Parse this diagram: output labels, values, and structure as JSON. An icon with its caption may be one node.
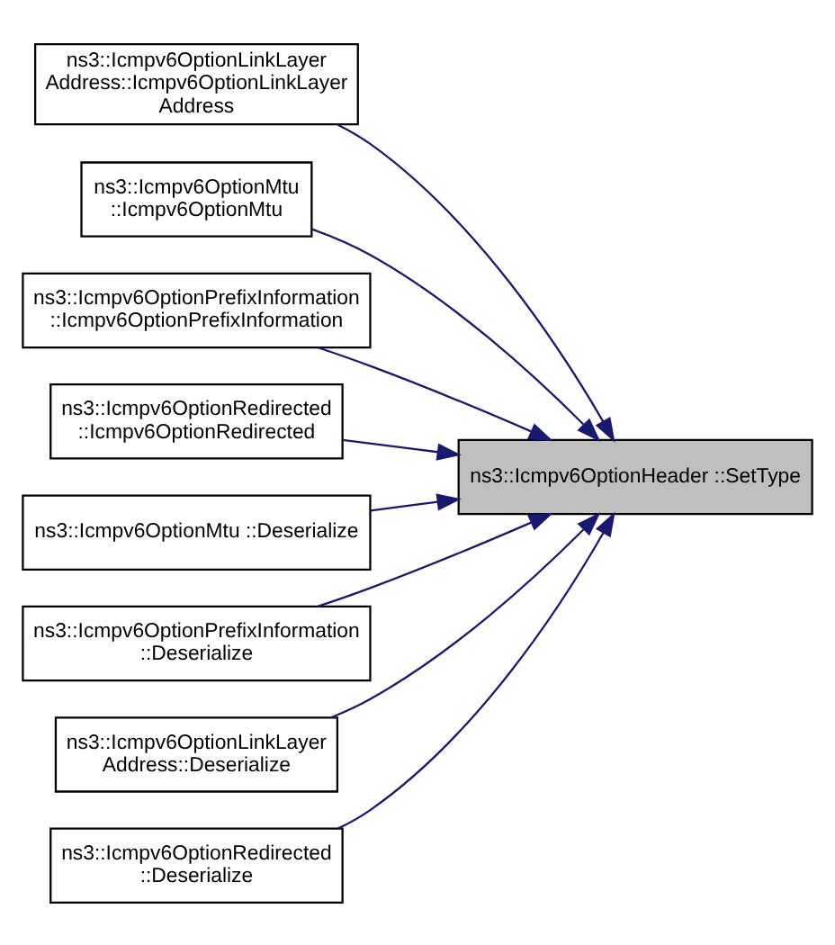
{
  "diagram": {
    "nodes": [
      {
        "text": [
          "ns3::Icmpv6OptionLinkLayer Address::Icmpv6OptionLinkLayer Address"
        ]
      },
      {
        "text": [
          "ns3::Icmpv6OptionMtu ::Icmpv6OptionMtu"
        ]
      },
      {
        "text": [
          "ns3::Icmpv6OptionPrefixInformation ::Icmpv6OptionPrefixInformation"
        ]
      },
      {
        "text": [
          "ns3::Icmpv6OptionRedirected ::Icmpv6OptionRedirected"
        ]
      },
      {
        "text": [
          "ns3::Icmpv6OptionMtu ::Deserialize"
        ]
      },
      {
        "text": [
          "ns3::Icmpv6OptionPrefixInformation ::Deserialize"
        ]
      },
      {
        "text": [
          "ns3::Icmpv6OptionLinkLayer Address::Deserialize"
        ]
      },
      {
        "text": [
          "ns3::Icmpv6OptionRedirected ::Deserialize"
        ]
      },
      {
        "text": [
          "ns3::Icmpv6OptionHeader ::SetType"
        ]
      }
    ],
    "edges": [
      {
        "from": 0,
        "to": 8,
        "arrow": "to"
      },
      {
        "from": 1,
        "to": 8,
        "arrow": "to"
      },
      {
        "from": 2,
        "to": 8,
        "arrow": "to"
      },
      {
        "from": 3,
        "to": 8,
        "arrow": "to"
      },
      {
        "from": 4,
        "to": 8,
        "arrow": "to"
      },
      {
        "from": 5,
        "to": 8,
        "arrow": "to"
      },
      {
        "from": 6,
        "to": 8,
        "arrow": "to"
      },
      {
        "from": 7,
        "to": 8,
        "arrow": "to"
      }
    ]
  }
}
